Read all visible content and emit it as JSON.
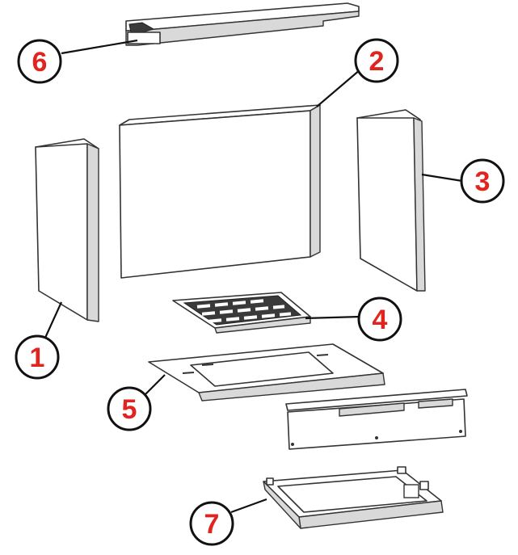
{
  "callouts": [
    {
      "id": "1",
      "label": "1"
    },
    {
      "id": "2",
      "label": "2"
    },
    {
      "id": "3",
      "label": "3"
    },
    {
      "id": "4",
      "label": "4"
    },
    {
      "id": "5",
      "label": "5"
    },
    {
      "id": "6",
      "label": "6"
    },
    {
      "id": "7",
      "label": "7"
    }
  ],
  "colors": {
    "callout_number": "#e0241f",
    "line": "#333333",
    "background": "#ffffff"
  }
}
